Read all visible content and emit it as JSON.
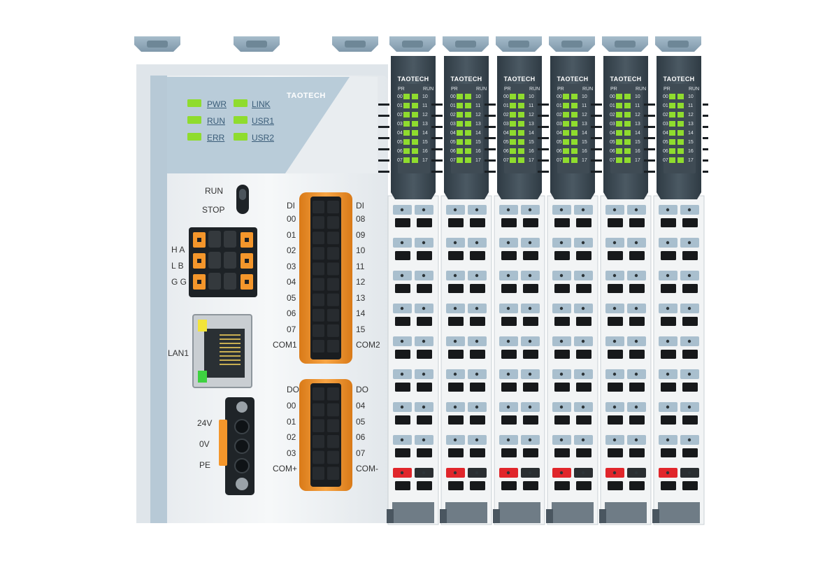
{
  "brand": "TAOTECH",
  "colors": {
    "panel_blue": "#b9ccd9",
    "housing": "#eef1f3",
    "module_top": "#3a4751",
    "led_green": "#8fdc2e",
    "terminal_orange": "#f4962b",
    "clip_blue": "#8ea7b8",
    "red_marker": "#e0262b"
  },
  "cpu": {
    "status_leds": [
      {
        "label": "PWR"
      },
      {
        "label": "LINK"
      },
      {
        "label": "RUN"
      },
      {
        "label": "USR1"
      },
      {
        "label": "ERR"
      },
      {
        "label": "USR2"
      }
    ],
    "switch_labels": {
      "top": "RUN",
      "bottom": "STOP"
    },
    "can_labels": [
      "H A",
      "L B",
      "G G"
    ],
    "lan_label": "LAN1",
    "power_labels": [
      "24V",
      "0V",
      "PE"
    ],
    "di": {
      "header_left": "DI",
      "header_right": "DI",
      "left": [
        "00",
        "01",
        "02",
        "03",
        "04",
        "05",
        "06",
        "07",
        "COM1"
      ],
      "right": [
        "08",
        "09",
        "10",
        "11",
        "12",
        "13",
        "14",
        "15",
        "COM2"
      ]
    },
    "do": {
      "header_left": "DO",
      "header_right": "DO",
      "left": [
        "00",
        "01",
        "02",
        "03",
        "COM+"
      ],
      "right": [
        "04",
        "05",
        "06",
        "07",
        "COM-"
      ]
    }
  },
  "io_modules": {
    "count": 6,
    "header_left": "PR",
    "header_right": "RUN",
    "channels_left": [
      "00",
      "01",
      "02",
      "03",
      "04",
      "05",
      "06",
      "07"
    ],
    "channels_right": [
      "10",
      "11",
      "12",
      "13",
      "14",
      "15",
      "16",
      "17"
    ]
  }
}
